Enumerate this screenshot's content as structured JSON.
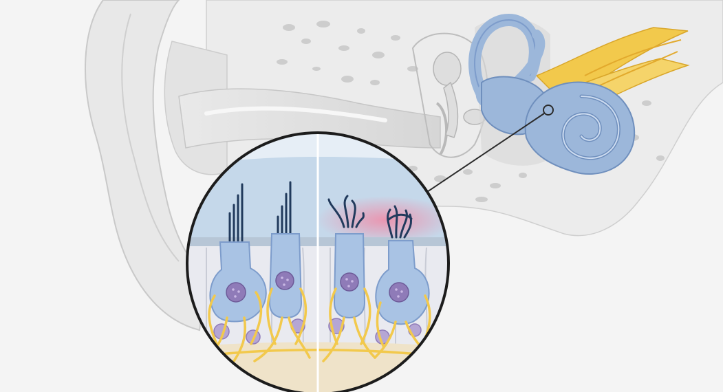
{
  "figure": {
    "colors": {
      "page_background": "#f4f4f4",
      "tissue_light": "#e6e6e6",
      "tissue_mid": "#dcdcdc",
      "tissue_outline": "#c9c9c9",
      "bone_speckle": "#c8c8c8",
      "inner_ear_blue": "#9cb7da",
      "inner_ear_dark": "#6f8fbd",
      "nerve_yellow": "#f2c94c",
      "nerve_orange": "#e2a92c",
      "hair_cell_blue": "#a9c3e4",
      "nucleus_purple": "#8f7bb8",
      "support_cell": "#e9eaf0",
      "tectorial_blue": "#c5d8ea",
      "damage_pink": "#f08aa6",
      "stereocilia_dark": "#213a5c",
      "basilar_cream": "#efe3c9"
    },
    "icons": [
      "ear-cross-section",
      "cochlea",
      "semicircular-canals",
      "auditory-nerve",
      "hair-cell-magnifier"
    ],
    "panels": {
      "left": {
        "state": "healthy hair cells",
        "hair_cells": 2
      },
      "right": {
        "state": "damaged hair cells",
        "hair_cells": 2
      }
    }
  }
}
